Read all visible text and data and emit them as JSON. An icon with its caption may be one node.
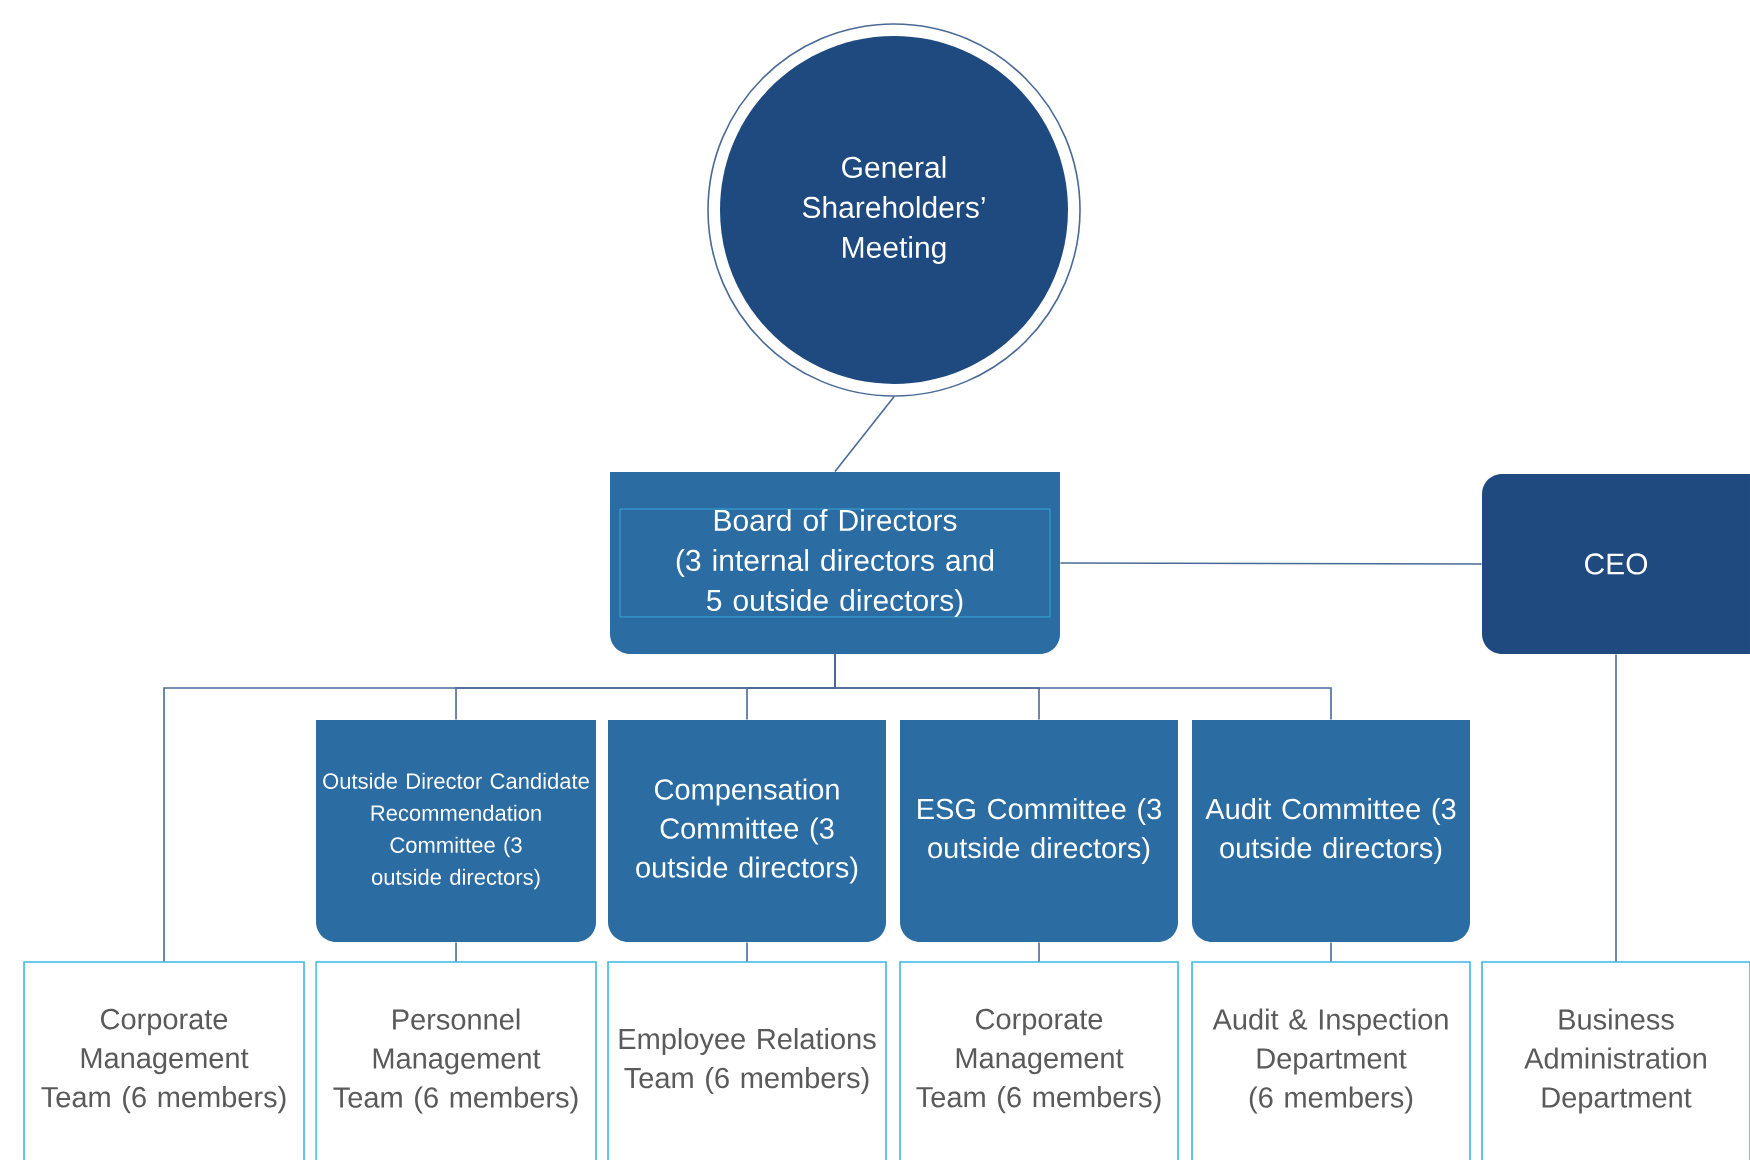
{
  "diagram": {
    "nodes": [
      {
        "text": [
          "General Shareholders’ Meeting"
        ]
      },
      {
        "text": [
          "Board of Directors",
          "(3 internal directors and 5 outside directors)"
        ]
      },
      {
        "text": [
          "CEO"
        ]
      },
      {
        "text": [
          "Outside Director Candidate Recommendation Committee (3 outside directors)"
        ]
      },
      {
        "text": [
          "Compensation Committee (3 outside directors)"
        ]
      },
      {
        "text": [
          "ESG Committee (3 outside directors)"
        ]
      },
      {
        "text": [
          "Audit Committee (3 outside directors)"
        ]
      },
      {
        "text": [
          "Corporate Management Team (6 members)"
        ]
      },
      {
        "text": [
          "Personnel Management Team (6 members)"
        ]
      },
      {
        "text": [
          "Employee Relations Team (6 members)"
        ]
      },
      {
        "text": [
          "Corporate Management Team (6 members)"
        ]
      },
      {
        "text": [
          "Audit & Inspection Department (6 members)"
        ]
      },
      {
        "text": [
          "Business Administration Department"
        ]
      }
    ],
    "edges": [
      {
        "from": 0,
        "to": 1,
        "arrow": "none"
      },
      {
        "from": 1,
        "to": 2,
        "arrow": "none"
      },
      {
        "from": 1,
        "to": 7,
        "arrow": "none"
      },
      {
        "from": 1,
        "to": 3,
        "arrow": "none"
      },
      {
        "from": 1,
        "to": 4,
        "arrow": "none"
      },
      {
        "from": 1,
        "to": 5,
        "arrow": "none"
      },
      {
        "from": 1,
        "to": 6,
        "arrow": "none"
      },
      {
        "from": 3,
        "to": 8,
        "arrow": "none"
      },
      {
        "from": 4,
        "to": 9,
        "arrow": "none"
      },
      {
        "from": 5,
        "to": 10,
        "arrow": "none"
      },
      {
        "from": 6,
        "to": 11,
        "arrow": "none"
      },
      {
        "from": 2,
        "to": 12,
        "arrow": "none"
      }
    ]
  }
}
